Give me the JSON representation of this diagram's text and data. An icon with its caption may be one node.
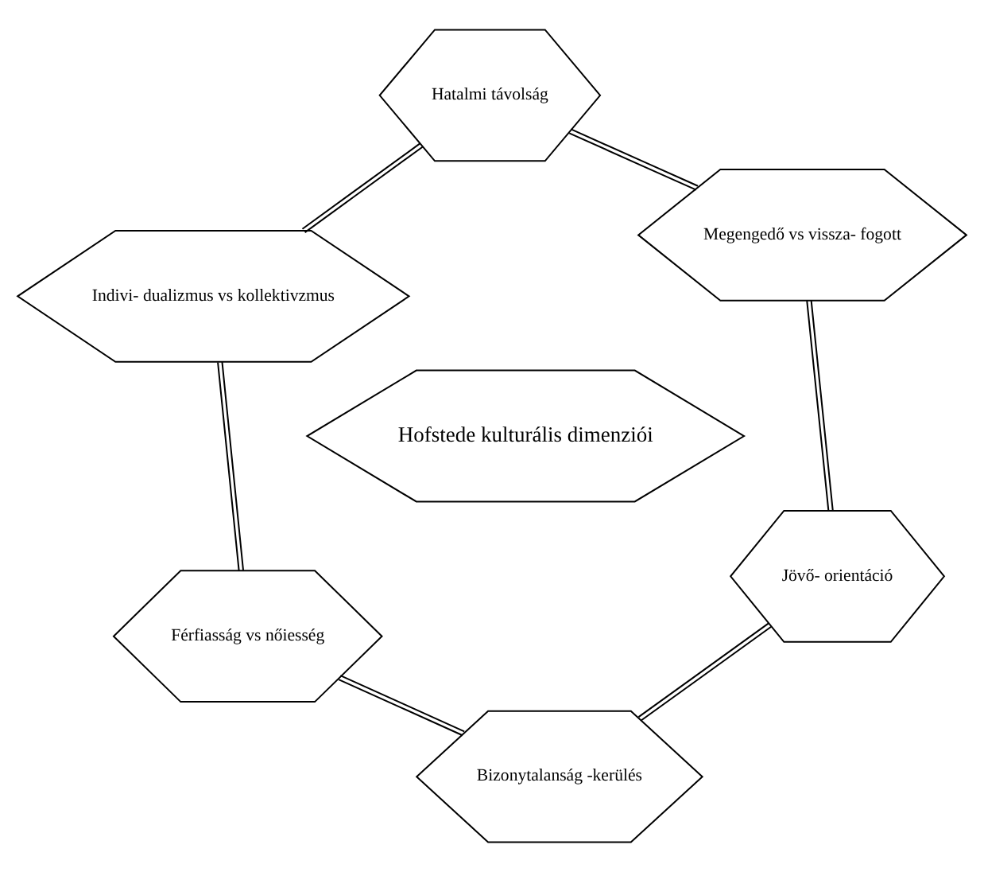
{
  "diagram": {
    "nodes": [
      {
        "text": [
          "Hatalmi távolság"
        ]
      },
      {
        "text": [
          "Megengedő vs vissza- fogott"
        ]
      },
      {
        "text": [
          "Indivi- dualizmus vs kollektivzmus"
        ]
      },
      {
        "text": [
          "Hofstede kulturális dimenziói"
        ]
      },
      {
        "text": [
          "Jövő- orientáció"
        ]
      },
      {
        "text": [
          "Férfiasság vs nőiesség"
        ]
      },
      {
        "text": [
          "Bizonytalanság -kerülés"
        ]
      }
    ],
    "edges": [
      {
        "from": 1,
        "to": 0,
        "arrow": "none"
      },
      {
        "from": 0,
        "to": 2,
        "arrow": "none"
      },
      {
        "from": 2,
        "to": 5,
        "arrow": "none"
      },
      {
        "from": 5,
        "to": 6,
        "arrow": "none"
      },
      {
        "from": 6,
        "to": 4,
        "arrow": "none"
      },
      {
        "from": 4,
        "to": 1,
        "arrow": "none"
      }
    ]
  }
}
